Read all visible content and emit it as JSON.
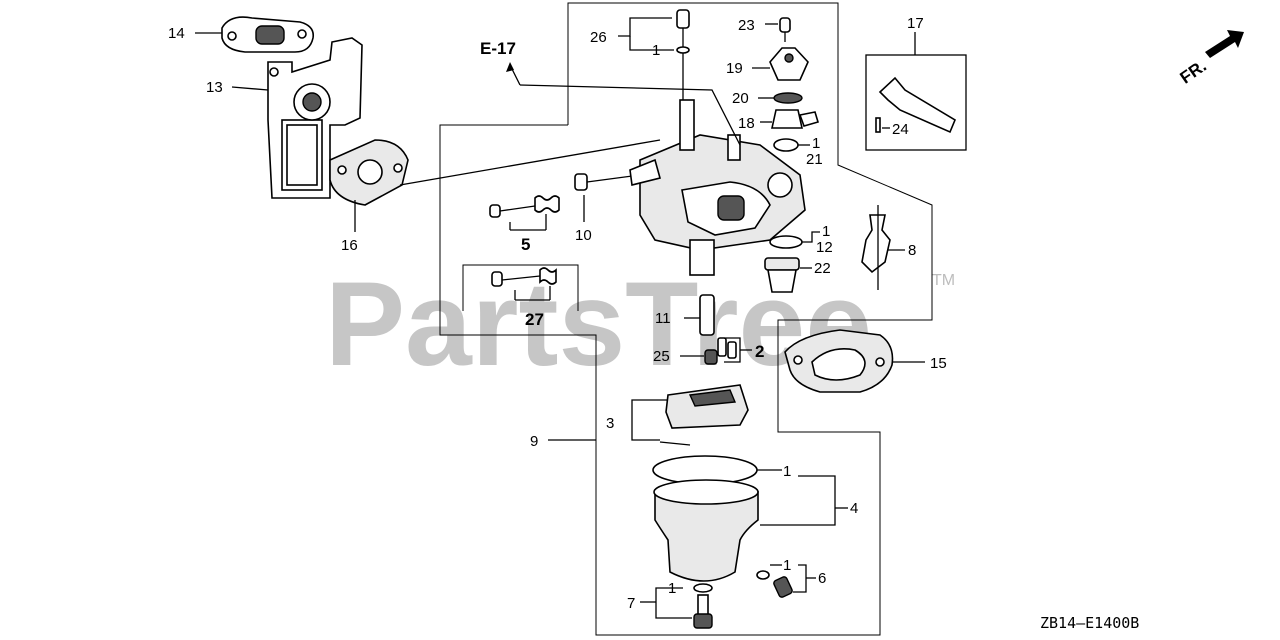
{
  "watermark": {
    "brand": "PartsTree",
    "trademark": "TM"
  },
  "diagram_code": "ZB14—E1400B",
  "front_indicator": "FR.",
  "reference": "E-17",
  "callouts": [
    {
      "id": "14",
      "text": "14"
    },
    {
      "id": "13",
      "text": "13"
    },
    {
      "id": "16",
      "text": "16"
    },
    {
      "id": "5",
      "text": "5"
    },
    {
      "id": "10",
      "text": "10"
    },
    {
      "id": "27",
      "text": "27"
    },
    {
      "id": "26",
      "text": "26"
    },
    {
      "id": "1a",
      "text": "1"
    },
    {
      "id": "23",
      "text": "23"
    },
    {
      "id": "19",
      "text": "19"
    },
    {
      "id": "20",
      "text": "20"
    },
    {
      "id": "18",
      "text": "18"
    },
    {
      "id": "1b",
      "text": "1"
    },
    {
      "id": "21",
      "text": "21"
    },
    {
      "id": "17",
      "text": "17"
    },
    {
      "id": "24",
      "text": "24"
    },
    {
      "id": "1c",
      "text": "1"
    },
    {
      "id": "12",
      "text": "12"
    },
    {
      "id": "22",
      "text": "22"
    },
    {
      "id": "8",
      "text": "8"
    },
    {
      "id": "11",
      "text": "11"
    },
    {
      "id": "25",
      "text": "25"
    },
    {
      "id": "2",
      "text": "2"
    },
    {
      "id": "15",
      "text": "15"
    },
    {
      "id": "3",
      "text": "3"
    },
    {
      "id": "9",
      "text": "9"
    },
    {
      "id": "1d",
      "text": "1"
    },
    {
      "id": "4",
      "text": "4"
    },
    {
      "id": "1e",
      "text": "1"
    },
    {
      "id": "6",
      "text": "6"
    },
    {
      "id": "1f",
      "text": "1"
    },
    {
      "id": "7",
      "text": "7"
    }
  ]
}
